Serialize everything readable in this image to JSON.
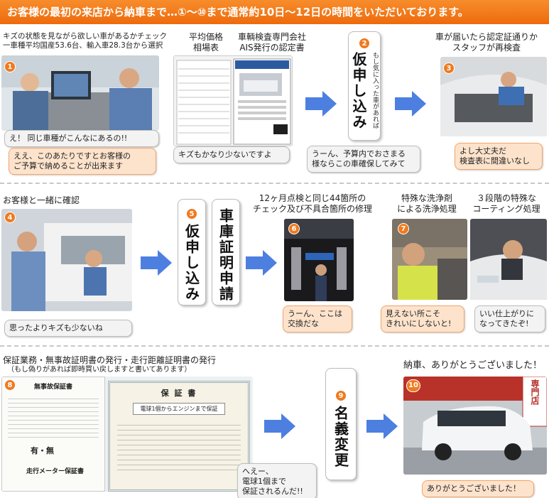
{
  "header": {
    "title": "お客様の最初の来店から納車まで…①〜⑩まで通常約10日〜12日の時間をいただいております。"
  },
  "steps": {
    "s1": {
      "num": "1",
      "caption_line1": "キズの状態を見ながら欲しい車があるかチェック",
      "caption_line2": "一車種平均国産53.6台、輸入車28.3台から選択",
      "bubble_top": "え！ 同じ車種がこんなにあるの!!",
      "bubble_bottom_line1": "ええ、このあたりですとお客様の",
      "bubble_bottom_line2": "ご予算で納めることが出来ます"
    },
    "price": {
      "caption_line1": "平均価格",
      "caption_line2": "相場表",
      "bubble": "キズもかなり少ないですよ"
    },
    "ais": {
      "caption_line1": "車輌検査専門会社",
      "caption_line2": "AIS発行の認定書",
      "bubble_line1": "うーん、予算内でおさまる",
      "bubble_line2": "様ならこの車確保してみて"
    },
    "s2": {
      "num": "2",
      "title": "仮申し込み",
      "note": "もし気に入った車があれば"
    },
    "s3": {
      "num": "3",
      "caption_line1": "車が届いたら認定証通りか",
      "caption_line2": "スタッフが再検査",
      "bubble_line1": "よし大丈夫だ",
      "bubble_line2": "検査表に間違いなし"
    },
    "s4": {
      "num": "4",
      "caption": "お客様と一緒に確認",
      "bubble": "思ったよりキズも少ないね"
    },
    "s5": {
      "num": "5",
      "title": "仮申し込み"
    },
    "garage": {
      "title": "車庫証明申請"
    },
    "s6": {
      "num": "6",
      "caption_line1": "12ヶ月点検と同じ44箇所の",
      "caption_line2": "チェック及び不具合箇所の修理",
      "bubble_line1": "うーん、ここは",
      "bubble_line2": "交換だな"
    },
    "s7": {
      "num": "7",
      "caption_a_line1": "特殊な洗浄剤",
      "caption_a_line2": "による洗浄処理",
      "caption_b_line1": "３段階の特殊な",
      "caption_b_line2": "コーティング処理",
      "bubble_a_line1": "見えない所こそ",
      "bubble_a_line2": "きれいにしないと!",
      "bubble_b_line1": "いい仕上がりに",
      "bubble_b_line2": "なってきたぞ!"
    },
    "s8": {
      "num": "8",
      "caption_line1": "保証業務・無事故証明書の発行・走行距離証明書の発行",
      "caption_line2": "（もし偽りがあれば即時買い戻しますと書いてあります）",
      "doc_left_title": "無事故保証書",
      "doc_left_field": "有・無",
      "doc_left_footer": "走行メーター保証書",
      "doc_right_title": "保 証 書",
      "doc_right_banner": "電球1個からエンジンまで保証",
      "bubble_line1": "へえー、",
      "bubble_line2": "電球1個まで",
      "bubble_line3": "保証されるんだ!!"
    },
    "s9": {
      "num": "9",
      "title": "名義変更"
    },
    "s10": {
      "num": "10",
      "caption": "納車、ありがとうございました！",
      "sign_text": "専門店",
      "bubble": "ありがとうございました！"
    }
  },
  "colors": {
    "header_bg": "#ee6a0c",
    "step_num": "#f07a1e",
    "arrow": "#4d7fe0",
    "bubble_orange": "#fde3cc"
  }
}
